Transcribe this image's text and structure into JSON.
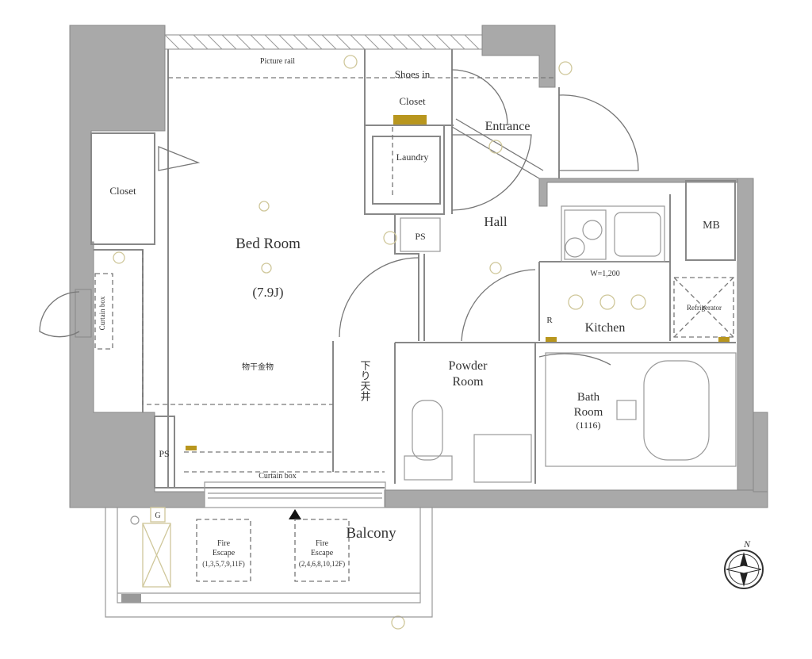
{
  "labels": {
    "picture_rail": "Picture rail",
    "shoes_closet_1": "Shoes in",
    "shoes_closet_2": "Closet",
    "entrance": "Entrance",
    "laundry": "Laundry",
    "closet": "Closet",
    "bed_room": "Bed Room",
    "bed_room_size": "(7.9J)",
    "hall": "Hall",
    "ps_hall": "PS",
    "ps_bed": "PS",
    "mb": "MB",
    "kitchen_width": "W=1,200",
    "refrigerator": "Refrigerator",
    "kitchen": "Kitchen",
    "powder_room_1": "Powder",
    "powder_room_2": "Room",
    "bath_room_1": "Bath",
    "bath_room_2": "Room",
    "bath_room_size": "(1116)",
    "lowered_ceiling": "下り天井",
    "drying_hardware": "物干金物",
    "curtain_box_side": "Curtain box",
    "curtain_box_bottom": "Curtain box",
    "balcony": "Balcony",
    "fire_escape_a_1": "Fire",
    "fire_escape_a_2": "Escape",
    "fire_escape_a_3": "(1,3,5,7,9,11F)",
    "fire_escape_b_1": "Fire",
    "fire_escape_b_2": "Escape",
    "fire_escape_b_3": "(2,4,6,8,10,12F)",
    "compass_n": "N",
    "fridge_outlet_r": "R",
    "gas_meter": "G"
  },
  "colors": {
    "wall": "#a9a9a9",
    "fixture": "#b8961e",
    "line": "#888888"
  }
}
